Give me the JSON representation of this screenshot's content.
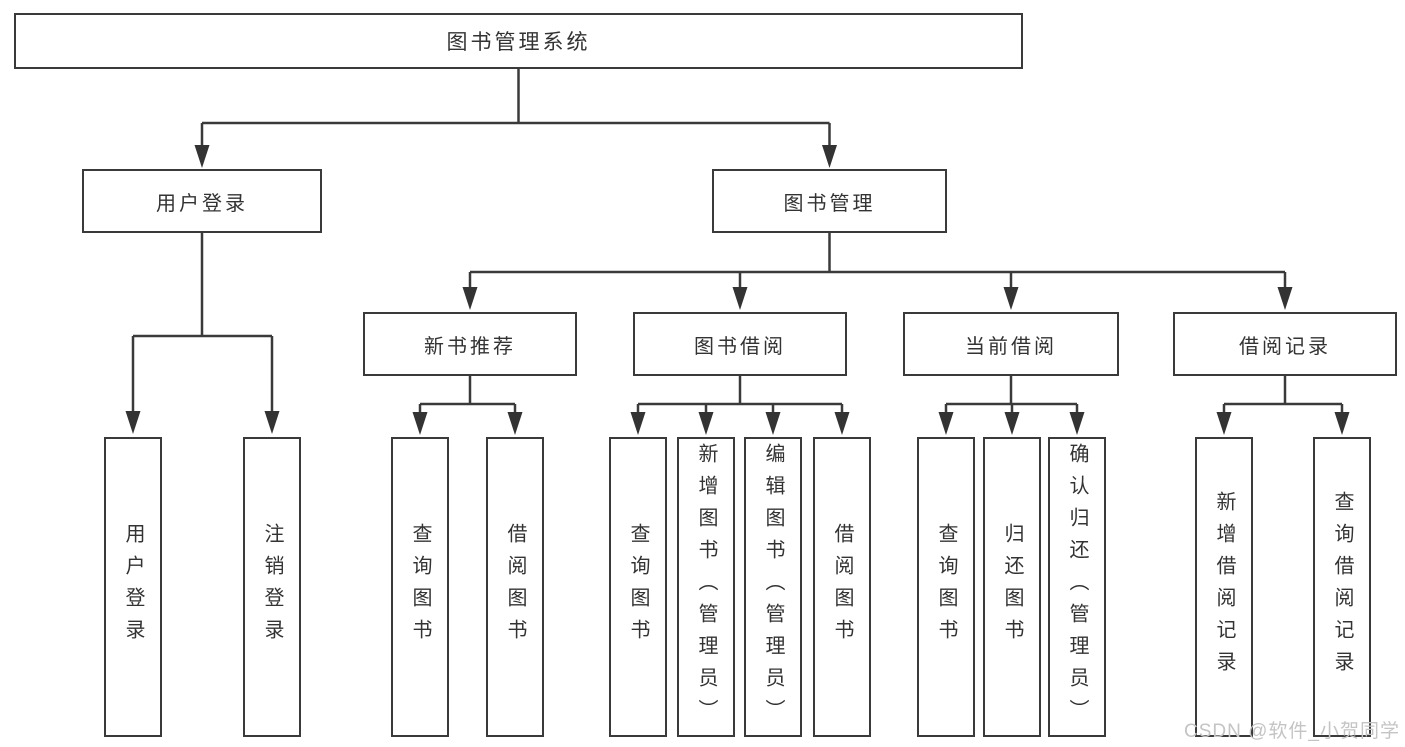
{
  "diagram_type": "hierarchy-tree",
  "colors": {
    "line": "#3a3a3a",
    "border": "#3a3a3a",
    "text": "#333333",
    "background": "#ffffff",
    "watermark": "#c4c4c4"
  },
  "root": {
    "label": "图书管理系统"
  },
  "level2": [
    {
      "label": "用户登录",
      "parent": "图书管理系统"
    },
    {
      "label": "图书管理",
      "parent": "图书管理系统"
    }
  ],
  "level3": [
    {
      "label": "新书推荐",
      "parent": "图书管理"
    },
    {
      "label": "图书借阅",
      "parent": "图书管理"
    },
    {
      "label": "当前借阅",
      "parent": "图书管理"
    },
    {
      "label": "借阅记录",
      "parent": "图书管理"
    }
  ],
  "leaves": [
    {
      "label": "用户登录",
      "parent": "用户登录"
    },
    {
      "label": "注销登录",
      "parent": "用户登录"
    },
    {
      "label": "查询图书",
      "parent": "新书推荐"
    },
    {
      "label": "借阅图书",
      "parent": "新书推荐"
    },
    {
      "label": "查询图书",
      "parent": "图书借阅"
    },
    {
      "label": "新增图书（管理员）",
      "parent": "图书借阅"
    },
    {
      "label": "编辑图书（管理员）",
      "parent": "图书借阅"
    },
    {
      "label": "借阅图书",
      "parent": "图书借阅"
    },
    {
      "label": "查询图书",
      "parent": "当前借阅"
    },
    {
      "label": "归还图书",
      "parent": "当前借阅"
    },
    {
      "label": "确认归还（管理员）",
      "parent": "当前借阅"
    },
    {
      "label": "新增借阅记录",
      "parent": "借阅记录"
    },
    {
      "label": "查询借阅记录",
      "parent": "借阅记录"
    }
  ],
  "watermark": {
    "text": "CSDN @软件_小贺同学"
  }
}
